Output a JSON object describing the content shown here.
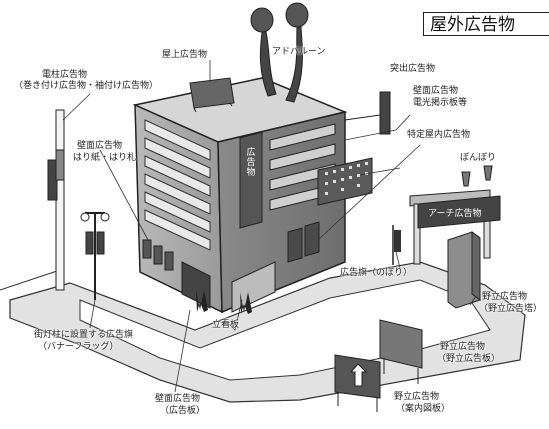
{
  "title": "屋外広告物",
  "labels": {
    "rooftop": "屋上広告物",
    "balloon": "アドバルーン",
    "protruding": "突出広告物",
    "pole_1": "電柱広告物",
    "pole_2": "（巻き付け広告物・袖付け広告物）",
    "wall_sign_1": "壁面広告物",
    "wall_sign_2": "電光掲示板等",
    "wall_paper_1": "壁面広告物",
    "wall_paper_2": "はり紙・はり札",
    "indoor": "特定屋内広告物",
    "lantern": "ぼんぼり",
    "arch": "アーチ広告物",
    "flag": "広告旗（のぼり）",
    "tower_1": "野立広告物",
    "tower_2": "（野立広告塔）",
    "board_1": "野立広告物",
    "board_2": "（野立広告板）",
    "banner_1": "街灯柱に設置する広告旗",
    "banner_2": "（バナーフラッグ）",
    "standing": "立看板",
    "guide_1": "野立広告物",
    "guide_2": "（案内図板）",
    "wallboard_1": "壁面広告物",
    "wallboard_2": "（広告板）",
    "building_sign": "広告物"
  }
}
